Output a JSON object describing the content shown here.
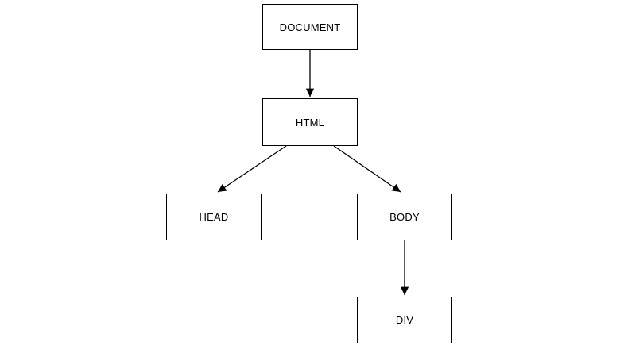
{
  "diagram": {
    "type": "tree",
    "background_color": "#ffffff",
    "node_fill_color": "#ffffff",
    "node_border_color": "#000000",
    "text_color": "#000000",
    "edge_color": "#000000",
    "arrow_style": "filled-triangle",
    "nodes": [
      {
        "id": "document",
        "label": "DOCUMENT"
      },
      {
        "id": "html",
        "label": "HTML"
      },
      {
        "id": "head",
        "label": "HEAD"
      },
      {
        "id": "body",
        "label": "BODY"
      },
      {
        "id": "div",
        "label": "DIV"
      }
    ],
    "edges": [
      {
        "from": "document",
        "to": "html"
      },
      {
        "from": "html",
        "to": "head"
      },
      {
        "from": "html",
        "to": "body"
      },
      {
        "from": "body",
        "to": "div"
      }
    ]
  }
}
